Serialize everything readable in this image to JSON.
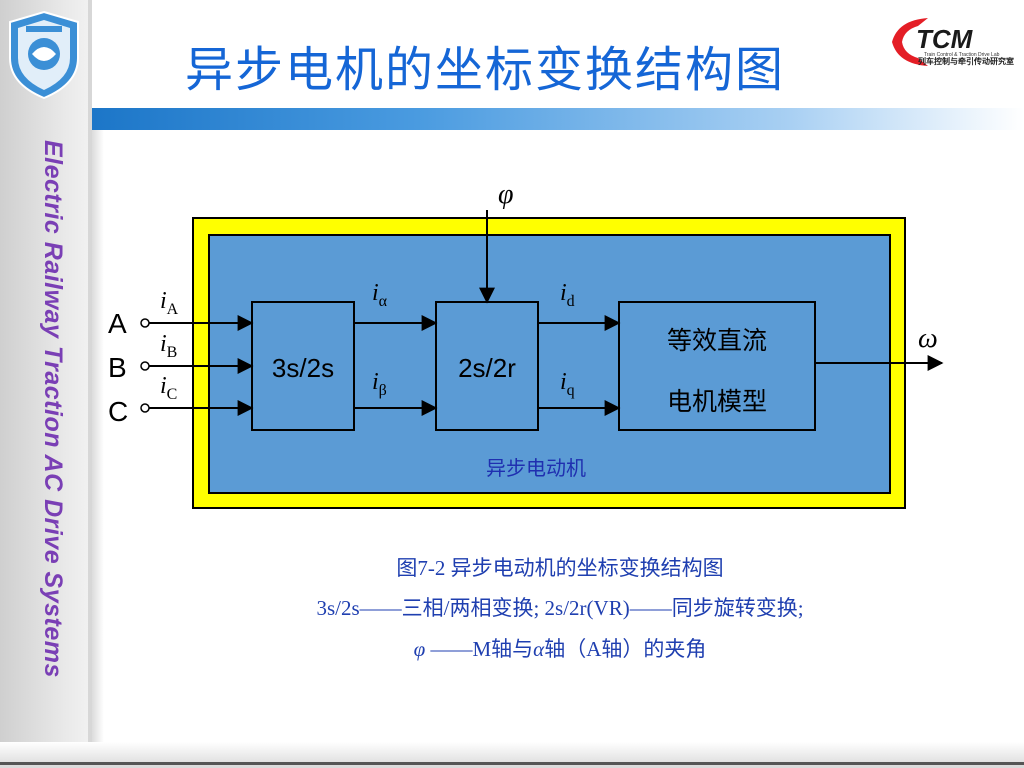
{
  "header": {
    "title": "异步电机的坐标变换结构图",
    "side_title": "Electric Railway Traction AC Drive Systems",
    "lab_logo_text": "TCM",
    "lab_name_en": "Train Control & Traction Drive Lab",
    "lab_name_cn": "列车控制与牵引传动研究室"
  },
  "diagram": {
    "inputs": [
      "A",
      "B",
      "C"
    ],
    "input_currents": [
      {
        "sym": "i",
        "sub": "A"
      },
      {
        "sym": "i",
        "sub": "B"
      },
      {
        "sym": "i",
        "sub": "C"
      }
    ],
    "block_3s2s": "3s/2s",
    "block_2s2r": "2s/2r",
    "alpha_current": {
      "sym": "i",
      "sub": "α"
    },
    "beta_current": {
      "sym": "i",
      "sub": "β"
    },
    "d_current": {
      "sym": "i",
      "sub": "d"
    },
    "q_current": {
      "sym": "i",
      "sub": "q"
    },
    "dc_model_line1": "等效直流",
    "dc_model_line2": "电机模型",
    "phi_input": "φ",
    "omega_output": "ω",
    "motor_label": "异步电动机",
    "colors": {
      "outer_frame": "#ffff00",
      "motor_fill": "#5b9bd5"
    }
  },
  "captions": {
    "line1": "图7-2  异步电动机的坐标变换结构图",
    "line2": "3s/2s——三相/两相变换;   2s/2r(VR)——同步旋转变换;",
    "line3_symbol1": "φ",
    "line3_text1": " ——M轴与",
    "line3_symbol2": "α",
    "line3_text2": "轴（A轴）的夹角"
  }
}
